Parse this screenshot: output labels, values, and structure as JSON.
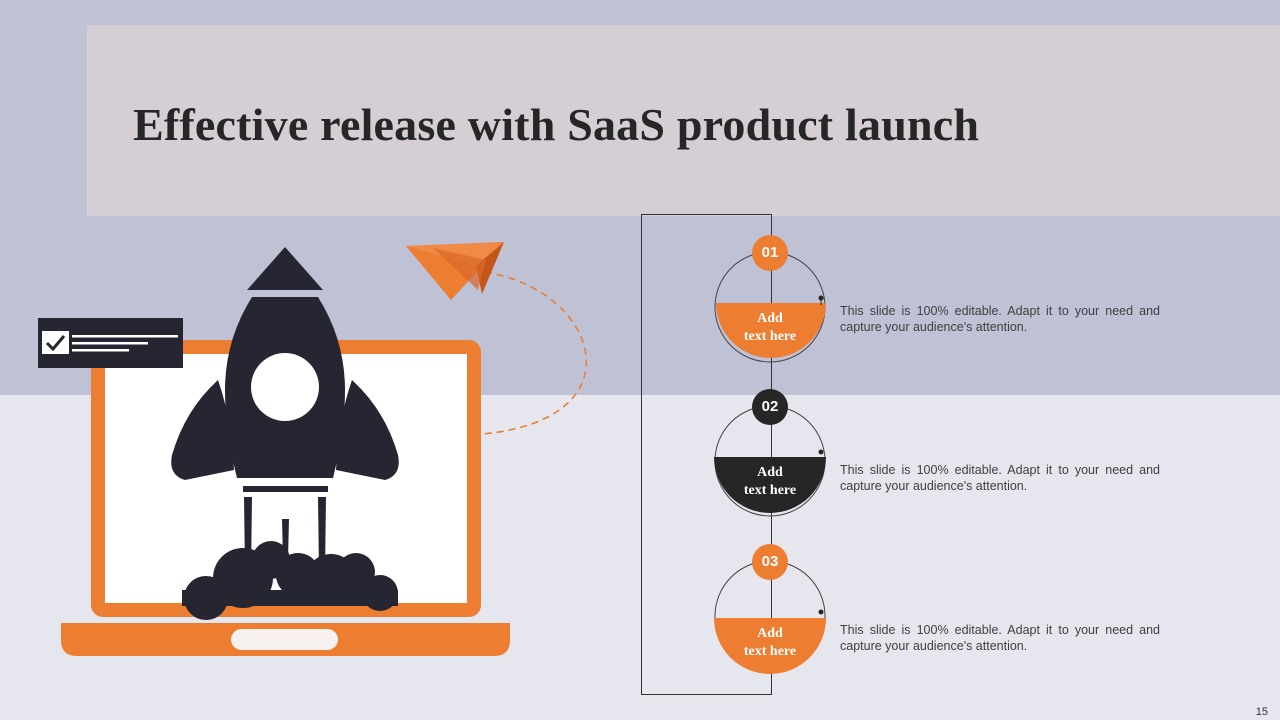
{
  "slide": {
    "title": "Effective release with SaaS product launch",
    "page_number": "15",
    "colors": {
      "accent": "#ed7d31",
      "dark": "#262632",
      "panel": "#d6ced5",
      "upper_bg": "#bfc1d4",
      "lower_bg": "#e6e6ee"
    }
  },
  "steps": [
    {
      "number": "01",
      "label_line1": "Add",
      "label_line2": "text here",
      "color": "#ed7d31",
      "description": "This slide is 100% editable. Adapt it to your need and capture your audience's attention."
    },
    {
      "number": "02",
      "label_line1": "Add",
      "label_line2": "text here",
      "color": "#262626",
      "description": "This slide is 100% editable. Adapt it to your need and capture your audience's attention."
    },
    {
      "number": "03",
      "label_line1": "Add",
      "label_line2": "text here",
      "color": "#ed7d31",
      "description": "This slide is 100% editable. Adapt it to your need and capture your audience's attention."
    }
  ],
  "icons": [
    "rocket-icon",
    "laptop-icon",
    "paper-plane-icon",
    "checklist-icon"
  ]
}
